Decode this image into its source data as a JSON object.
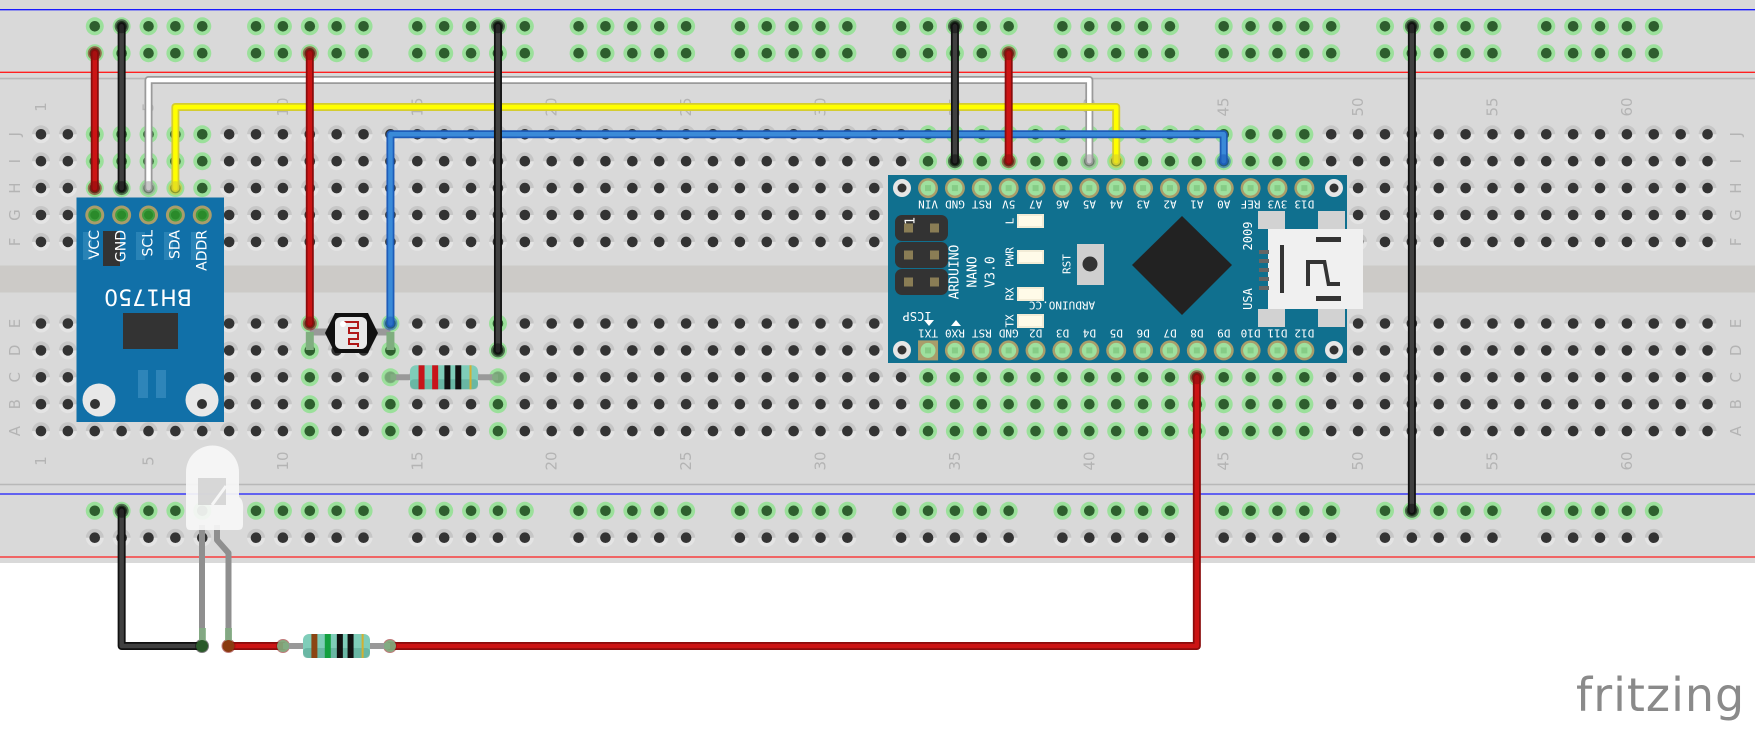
{
  "app": {
    "name": "Fritzing",
    "view": "breadboard",
    "logo_text": "fritzing"
  },
  "breadboard": {
    "name": "Full-size breadboard",
    "columns": 63,
    "rows_top": [
      "J",
      "I",
      "H",
      "G",
      "F"
    ],
    "rows_bottom": [
      "E",
      "D",
      "C",
      "B",
      "A"
    ],
    "column_labels": [
      "1",
      "5",
      "10",
      "15",
      "20",
      "25",
      "30",
      "35",
      "40",
      "45",
      "50",
      "55",
      "60"
    ],
    "rail_groups": [
      [
        3,
        7
      ],
      [
        9,
        13
      ],
      [
        15,
        19
      ],
      [
        21,
        25
      ],
      [
        27,
        31
      ],
      [
        33,
        37
      ],
      [
        39,
        43
      ],
      [
        45,
        49
      ],
      [
        51,
        55
      ],
      [
        57,
        61
      ]
    ],
    "active_columns_top": [
      3,
      4,
      5,
      6,
      7,
      34,
      35,
      36,
      37,
      38,
      39,
      40,
      41,
      42,
      43,
      44,
      45,
      46,
      47,
      48
    ],
    "active_columns_bottom": [
      11,
      14,
      18,
      34,
      35,
      36,
      37,
      38,
      39,
      40,
      41,
      42,
      43,
      44,
      45,
      46,
      47,
      48
    ],
    "active_rails": {
      "top_row_1": true,
      "top_row_2": true,
      "bottom_row_1": true,
      "bottom_row_2": false
    },
    "colors": {
      "body": "#d9d9d9",
      "channel": "#cccac7",
      "hole": "#333333",
      "hole_ring": "#c6c6c6",
      "hole_active": "#2e5e2e",
      "hole_active_glow": "#8fe08f",
      "rail_blue": "#1a1aff",
      "rail_red": "#ff2020",
      "label": "#b4b4b4"
    }
  },
  "components": {
    "bh1750": {
      "label": "BH1750",
      "pins": [
        "VCC",
        "GND",
        "SCL",
        "SDA",
        "ADDR"
      ],
      "columns": [
        3,
        7
      ],
      "row": "G",
      "color": "#1170a8"
    },
    "arduino_nano": {
      "title_lines": [
        "ARDUINO",
        "NANO",
        "V3.0"
      ],
      "site": "ARDUINO.CC",
      "year": "2009",
      "country": "USA",
      "reset_label": "RST",
      "icsp_label": "ICSP",
      "icsp_pin1": "1",
      "led_labels": [
        "L",
        "PWR",
        "RX",
        "TX"
      ],
      "top_pins": [
        "VIN",
        "GND",
        "RST",
        "5V",
        "A7",
        "A6",
        "A5",
        "A4",
        "A3",
        "A2",
        "A1",
        "A0",
        "REF",
        "3V3",
        "D13"
      ],
      "bottom_pins": [
        "TX1",
        "RX0",
        "RST",
        "GND",
        "D2",
        "D3",
        "D4",
        "D5",
        "D6",
        "D7",
        "D8",
        "D9",
        "D10",
        "D11",
        "D12"
      ],
      "pwm_pins": [
        "D3",
        "D5",
        "D6",
        "D9",
        "D10",
        "D11"
      ],
      "columns": [
        34,
        48
      ],
      "color": "#10708f"
    },
    "ldr": {
      "name": "Photocell (LDR)",
      "from": {
        "col": 11,
        "row": "D"
      },
      "to": {
        "col": 14,
        "row": "D"
      }
    },
    "resistor_ldr": {
      "name": "Resistor",
      "bands": [
        "#c8141a",
        "#c8141a",
        "#111111",
        "#111111",
        "#d4b030"
      ],
      "from": {
        "col": 14,
        "row": "C"
      },
      "to": {
        "col": 18,
        "row": "C"
      }
    },
    "led": {
      "name": "White LED 5mm",
      "color": "#f4f4f4"
    },
    "resistor_led": {
      "name": "Resistor",
      "bands": [
        "#8b4513",
        "#14a040",
        "#111111",
        "#111111",
        "#d4b030"
      ]
    }
  },
  "wires": [
    {
      "id": "vcc-bh1750",
      "color": "#cc1414",
      "from": "top-rail-2 col 3",
      "to": "H3"
    },
    {
      "id": "gnd-bh1750",
      "color": "#404040",
      "from": "top-rail-1 col 4",
      "to": "H4"
    },
    {
      "id": "scl",
      "color": "#ffffff",
      "from": "H5",
      "to": "I40 (A5)"
    },
    {
      "id": "sda",
      "color": "#ffff00",
      "from": "H6",
      "to": "I41 (A4)"
    },
    {
      "id": "ldr-vcc",
      "color": "#cc1414",
      "from": "top-rail-2 col 11",
      "to": "E11"
    },
    {
      "id": "ldr-signal",
      "color": "#3a8ad8",
      "from": "E14",
      "to": "I45 (A0)"
    },
    {
      "id": "res-gnd",
      "color": "#404040",
      "from": "top-rail-1 col 18",
      "to": "D18"
    },
    {
      "id": "nano-gnd",
      "color": "#404040",
      "from": "top-rail-1 col 35",
      "to": "I35 (GND)"
    },
    {
      "id": "nano-5v",
      "color": "#cc1414",
      "from": "top-rail-2 col 37",
      "to": "I37 (5V)"
    },
    {
      "id": "rail-bridge-gnd",
      "color": "#404040",
      "from": "top-rail-1 col 52",
      "to": "bottom-rail-1 col 52"
    },
    {
      "id": "led-gnd",
      "color": "#404040",
      "from": "bottom-rail-1 col 4",
      "to": "LED cathode"
    },
    {
      "id": "led-d8",
      "color": "#cc1414",
      "from": "LED resistor",
      "to": "C44 (D8)"
    }
  ]
}
